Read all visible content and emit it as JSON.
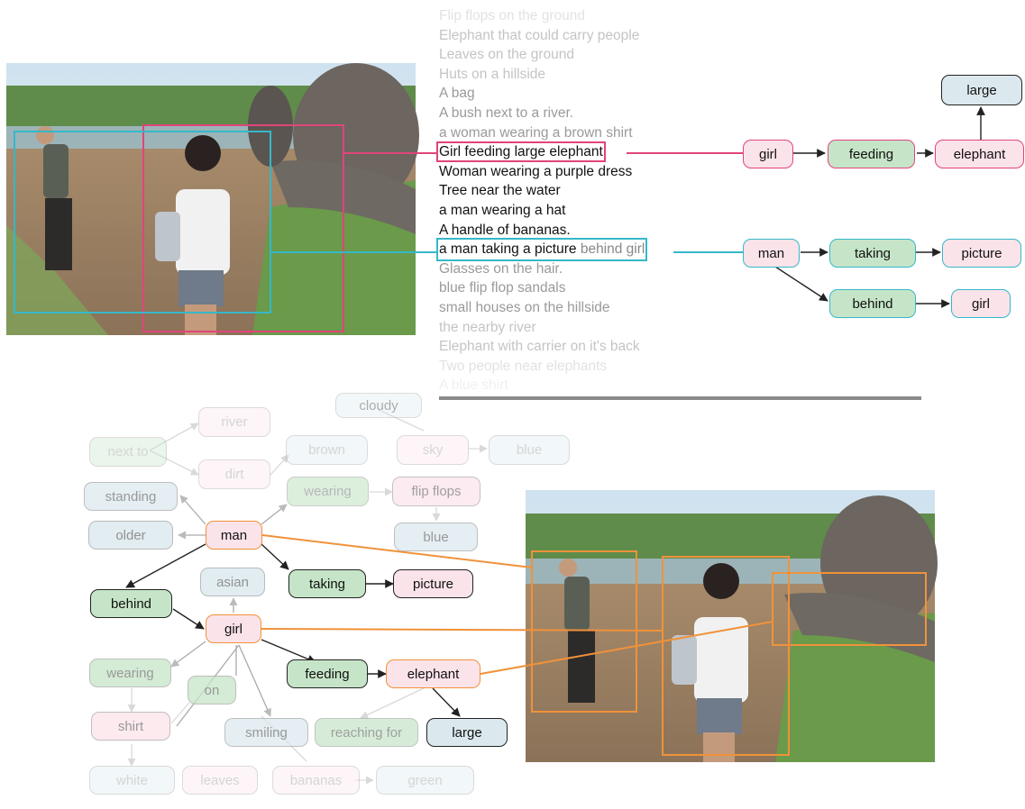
{
  "colors": {
    "object": "#fbe3ea",
    "relationship": "#c6e5c8",
    "attribute": "#dbe9ef",
    "magenta": "#e0457a",
    "cyan": "#35b8c8",
    "orange": "#f0923a",
    "divider": "#8a8a8a"
  },
  "captions": [
    {
      "text": "Flip flops on the ground",
      "tone": "faint"
    },
    {
      "text": "Elephant that could carry people",
      "tone": "light"
    },
    {
      "text": "Leaves on the ground",
      "tone": "light"
    },
    {
      "text": "Huts on a hillside",
      "tone": "light"
    },
    {
      "text": "A bag",
      "tone": "mid"
    },
    {
      "text": "A bush next to a river.",
      "tone": "mid"
    },
    {
      "text": "a woman wearing a brown shirt",
      "tone": "mid"
    },
    {
      "text": "Girl feeding large elephant",
      "tone": "dark",
      "highlight": "magenta"
    },
    {
      "text": "Woman wearing a purple dress",
      "tone": "dark"
    },
    {
      "text": "Tree near the water",
      "tone": "dark"
    },
    {
      "text": "a man wearing a hat",
      "tone": "dark"
    },
    {
      "text": "A handle of bananas.",
      "tone": "dark"
    },
    {
      "text": "a man taking a picture",
      "suffix": " behind girl",
      "tone": "dark",
      "highlight": "cyan"
    },
    {
      "text": "Glasses on the hair.",
      "tone": "mid"
    },
    {
      "text": "blue flip flop sandals",
      "tone": "mid"
    },
    {
      "text": "small houses on the hillside",
      "tone": "mid"
    },
    {
      "text": "the nearby river",
      "tone": "light"
    },
    {
      "text": "Elephant with carrier on it's back",
      "tone": "light"
    },
    {
      "text": "Two people near elephants",
      "tone": "faint"
    },
    {
      "text": "A blue shirt",
      "tone": "faintest"
    }
  ],
  "top_graph": {
    "large": "large",
    "girl": "girl",
    "feeding": "feeding",
    "elephant": "elephant",
    "man": "man",
    "taking": "taking",
    "picture": "picture",
    "behind": "behind",
    "girl2": "girl"
  },
  "bottom_graph": {
    "cloudy": "cloudy",
    "river": "river",
    "next_to": "next to",
    "brown": "brown",
    "sky": "sky",
    "blue_sky": "blue",
    "dirt": "dirt",
    "standing": "standing",
    "wearing_top": "wearing",
    "flip_flops": "flip flops",
    "older": "older",
    "man": "man",
    "blue_ff": "blue",
    "asian": "asian",
    "taking": "taking",
    "picture": "picture",
    "behind": "behind",
    "girl": "girl",
    "wearing_left": "wearing",
    "on": "on",
    "feeding": "feeding",
    "elephant": "elephant",
    "shirt": "shirt",
    "smiling": "smiling",
    "reaching_for": "reaching for",
    "large": "large",
    "white": "white",
    "leaves": "leaves",
    "bananas": "bananas",
    "green": "green"
  }
}
